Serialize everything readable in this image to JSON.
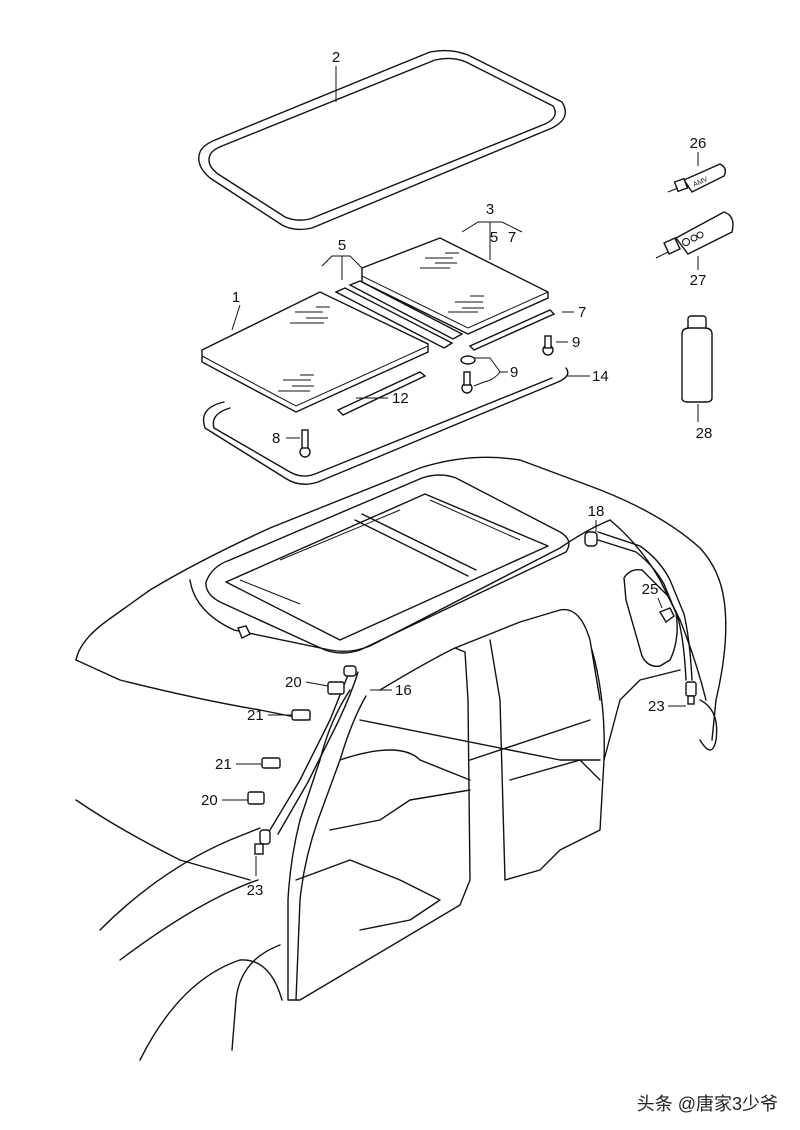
{
  "callouts": {
    "c1": "1",
    "c2": "2",
    "c3": "3",
    "c3a": "5",
    "c3b": "7",
    "c5": "5",
    "c7": "7",
    "c8": "8",
    "c9a": "9",
    "c9b": "9",
    "c12": "12",
    "c14": "14",
    "c16": "16",
    "c18": "18",
    "c20a": "20",
    "c20b": "20",
    "c21a": "21",
    "c21b": "21",
    "c23a": "23",
    "c23b": "23",
    "c25": "25",
    "c26": "26",
    "c27": "27",
    "c28": "28"
  },
  "tube_text": {
    "t26": "AMV"
  },
  "watermark": "头条 @唐家3少爷"
}
